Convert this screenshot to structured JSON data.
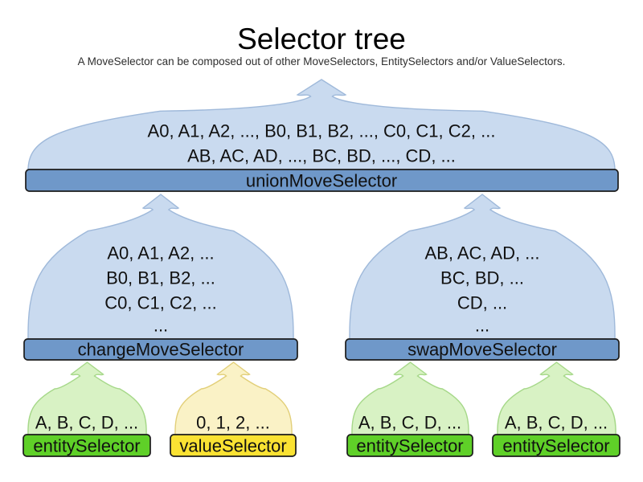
{
  "title": "Selector tree",
  "subtitle": "A MoveSelector can be composed out of other MoveSelectors, EntitySelectors and/or ValueSelectors.",
  "colors": {
    "blue_cloud": "#c9daef",
    "blue_bar": "#6f98c9",
    "green_cloud": "#d8f2c4",
    "green_bar": "#5fd028",
    "yellow_cloud": "#faf2c6",
    "yellow_bar": "#fae233"
  },
  "nodes": {
    "union": {
      "label": "unionMoveSelector",
      "lines": [
        "A0, A1, A2, ..., B0, B1, B2, ..., C0, C1, C2, ...",
        "AB, AC, AD, ..., BC, BD, ..., CD, ..."
      ]
    },
    "change": {
      "label": "changeMoveSelector",
      "lines": [
        "A0, A1, A2, ...",
        "B0, B1, B2, ...",
        "C0, C1, C2, ...",
        "..."
      ]
    },
    "swap": {
      "label": "swapMoveSelector",
      "lines": [
        "AB, AC, AD, ...",
        "BC, BD, ...",
        "CD, ...",
        "..."
      ]
    },
    "entity1": {
      "label": "entitySelector",
      "lines": [
        "A, B, C, D, ..."
      ]
    },
    "value1": {
      "label": "valueSelector",
      "lines": [
        "0, 1, 2, ..."
      ]
    },
    "entity2": {
      "label": "entitySelector",
      "lines": [
        "A, B, C, D, ..."
      ]
    },
    "entity3": {
      "label": "entitySelector",
      "lines": [
        "A, B, C, D, ..."
      ]
    }
  }
}
